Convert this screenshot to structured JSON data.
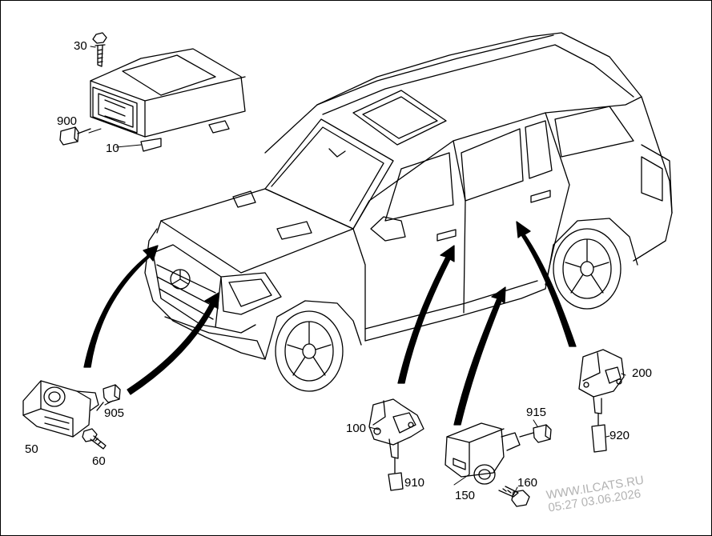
{
  "callouts": {
    "c10": "10",
    "c30": "30",
    "c50": "50",
    "c60": "60",
    "c100": "100",
    "c150": "150",
    "c160": "160",
    "c200": "200",
    "c900": "900",
    "c905": "905",
    "c910": "910",
    "c915": "915",
    "c920": "920"
  },
  "watermark": {
    "site": "WWW.ILCATS.RU",
    "timestamp": "05:27 03.06.2026"
  },
  "colors": {
    "line": "#000000",
    "background": "#ffffff",
    "watermark": "#b3b3b3"
  }
}
